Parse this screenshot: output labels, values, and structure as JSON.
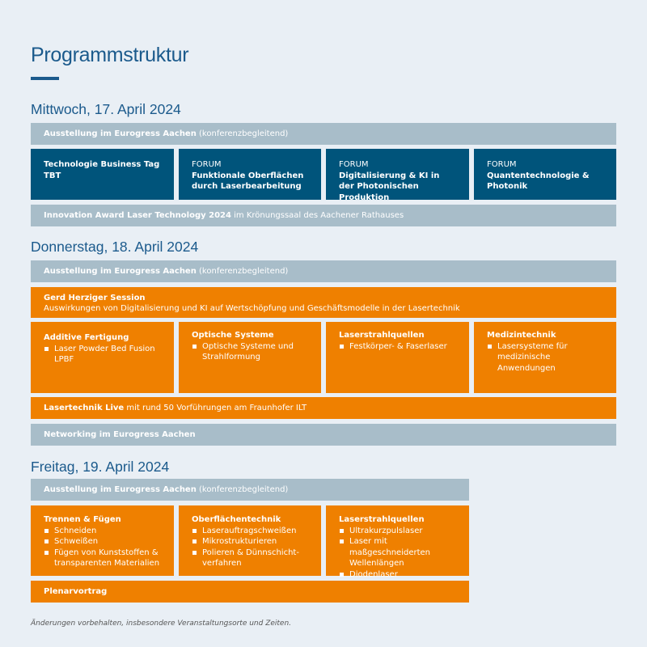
{
  "title": "Programmstruktur",
  "days": [
    {
      "heading": "Mittwoch, 17. April 2024",
      "exhibition": {
        "bold": "Ausstellung im Eurogress Aachen",
        "rest": " (konferenzbegleitend)"
      },
      "boxes": [
        {
          "pre": "",
          "title": "Technologie Business Tag TBT"
        },
        {
          "pre": "FORUM",
          "title": "Funktionale Oberflächen durch Laserbearbeitung"
        },
        {
          "pre": "FORUM",
          "title": "Digitalisierung & KI in der Photonischen Produktion"
        },
        {
          "pre": "FORUM",
          "title": "Quantentechnologie & Photonik"
        }
      ],
      "award": {
        "bold": "Innovation Award Laser Technology 2024",
        "rest": " im Krönungssaal des Aachener Rathauses"
      }
    },
    {
      "heading": "Donnerstag, 18. April 2024",
      "exhibition": {
        "bold": "Ausstellung im Eurogress Aachen",
        "rest": " (konferenzbegleitend)"
      },
      "session": {
        "title": "Gerd Herziger Session",
        "text": "Auswirkungen von Digitalisierung und KI auf Wertschöpfung und Geschäftsmodelle in der Lasertechnik"
      },
      "boxes": [
        {
          "title": "Additive Fertigung",
          "items": [
            "Laser Powder Bed Fusion LPBF"
          ]
        },
        {
          "title": "Optische Systeme",
          "items": [
            "Optische Systeme und Strahlformung"
          ]
        },
        {
          "title": "Laserstrahlquellen",
          "items": [
            "Festkörper- & Faserlaser"
          ]
        },
        {
          "title": "Medizintechnik",
          "items": [
            "Lasersysteme für medizinische Anwendungen"
          ]
        }
      ],
      "live": {
        "bold": "Lasertechnik Live",
        "rest": " mit rund 50 Vorführungen am Fraunhofer ILT"
      },
      "networking": {
        "bold": "Networking im Eurogress Aachen"
      }
    },
    {
      "heading": "Freitag, 19. April 2024",
      "exhibition": {
        "bold": "Ausstellung im Eurogress Aachen",
        "rest": " (konferenzbegleitend)"
      },
      "boxes": [
        {
          "title": "Trennen & Fügen",
          "items": [
            "Schneiden",
            "Schweißen",
            "Fügen von Kunststoffen & transparenten Materialien"
          ]
        },
        {
          "title": "Oberflächentechnik",
          "items": [
            "Laserauftragschweißen",
            "Mikrostrukturieren",
            "Polieren & Dünnschicht-verfahren"
          ]
        },
        {
          "title": "Laserstrahlquellen",
          "items": [
            "Ultrakurzpulslaser",
            "Laser mit maßgeschneiderten Wellenlängen",
            "Diodenlaser"
          ]
        }
      ],
      "plenary": {
        "bold": "Plenarvortrag"
      }
    }
  ],
  "footnote": "Änderungen vorbehalten, insbesondere Veranstaltungsorte und Zeiten."
}
